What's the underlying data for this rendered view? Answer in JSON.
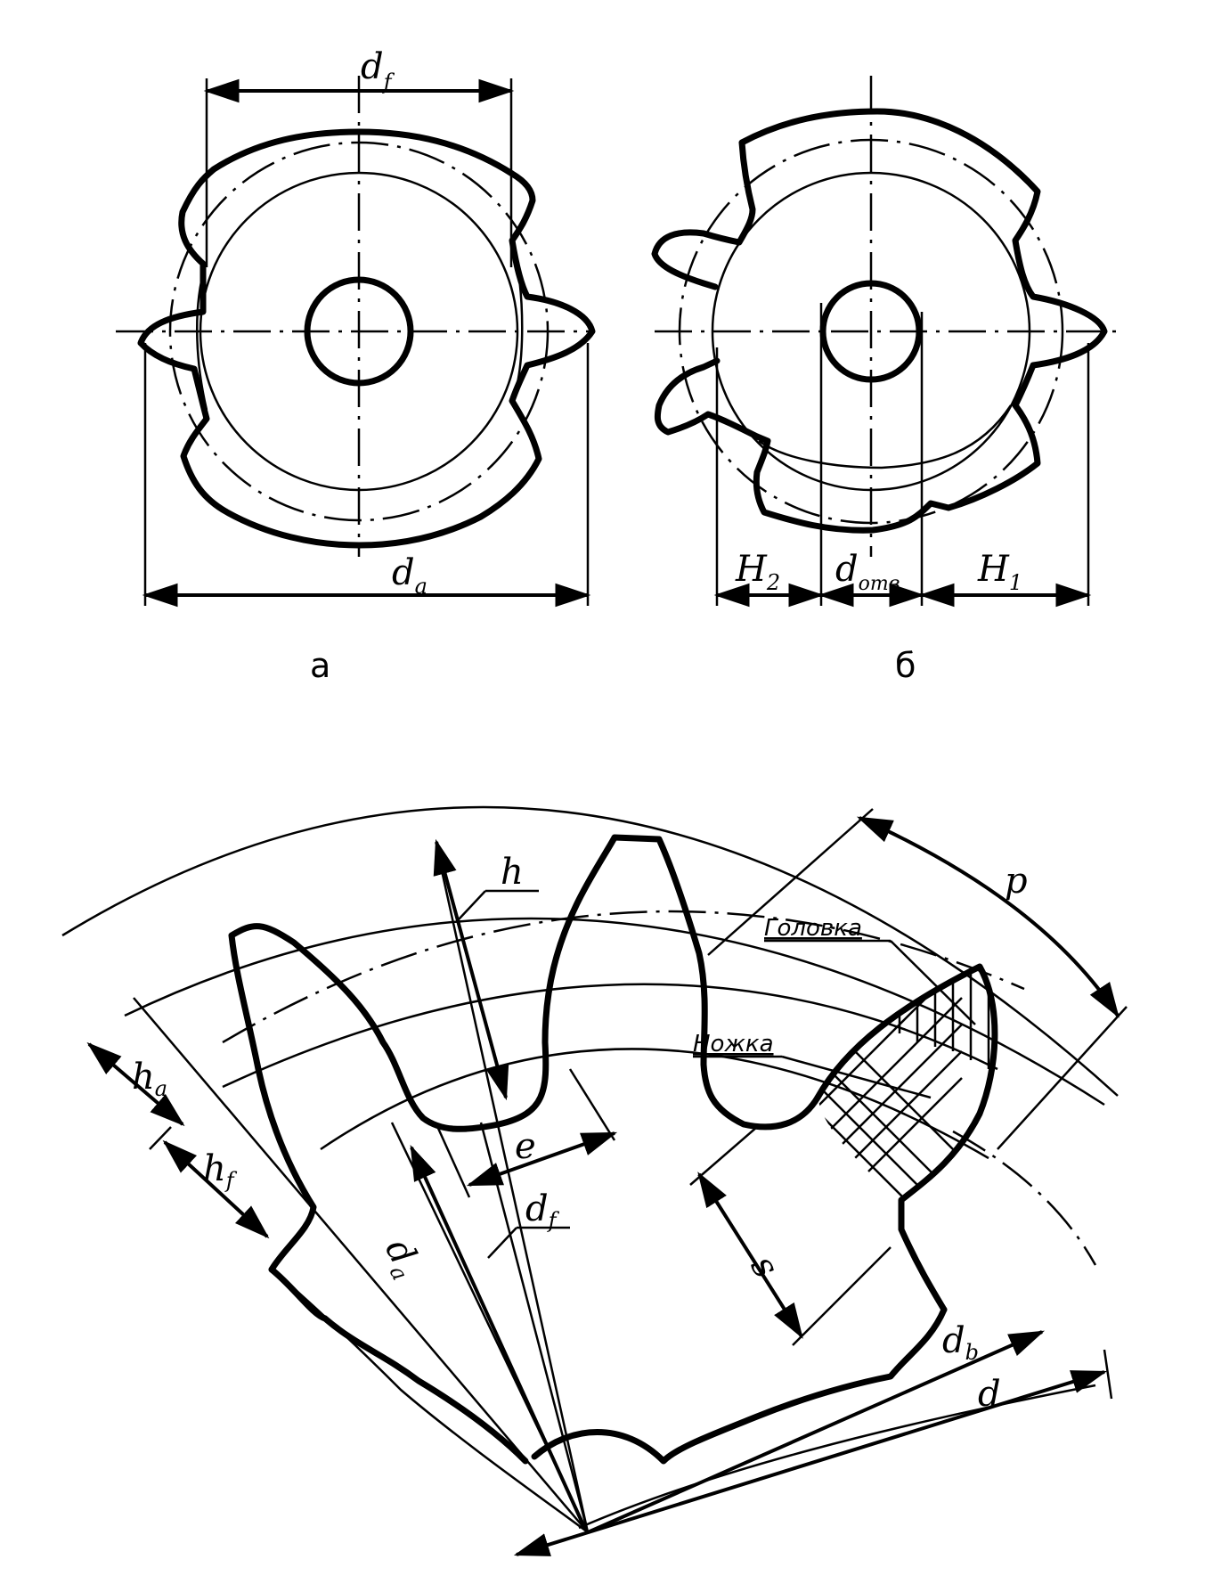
{
  "figure_a": {
    "caption": "а",
    "dim_root_diameter": "d",
    "dim_root_diameter_sub": "f",
    "dim_tip_diameter": "d",
    "dim_tip_diameter_sub": "a"
  },
  "figure_b": {
    "caption": "б",
    "dim_h2": "H",
    "dim_h2_sub": "2",
    "dim_hole": "d",
    "dim_hole_sub": "отв",
    "dim_h1": "H",
    "dim_h1_sub": "1"
  },
  "figure_c": {
    "label_h": "h",
    "label_pitch": "p",
    "label_addendum_text": "Головка",
    "label_dedendum_text": "Ножка",
    "label_ha": "h",
    "label_ha_sub": "a",
    "label_hf": "h",
    "label_hf_sub": "f",
    "label_e": "e",
    "label_s": "s",
    "label_da": "d",
    "label_da_sub": "a",
    "label_df": "d",
    "label_df_sub": "f",
    "label_db": "d",
    "label_db_sub": "b",
    "label_d": "d"
  }
}
